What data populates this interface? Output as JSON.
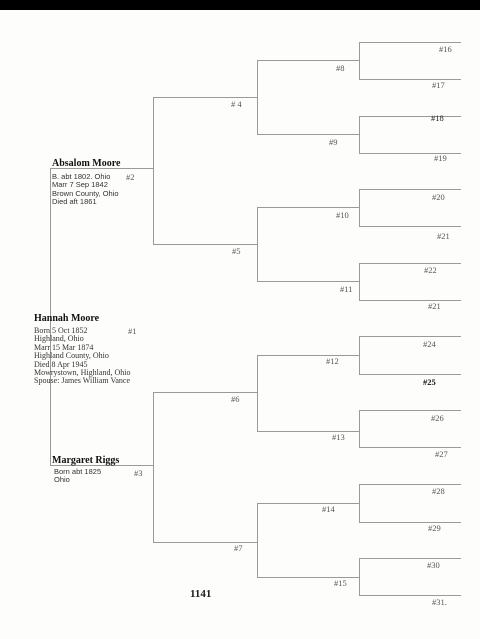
{
  "page_number": "1141",
  "person1": {
    "name": "Hannah Moore",
    "number": "#1",
    "details": [
      "Born  5 Oct 1852",
      "Highland, Ohio",
      "Marr 15 Mar 1874",
      "Highland County, Ohio",
      "Died 8 Apr 1945",
      "Mowrystown, Highland, Ohio",
      "Spouse: James William Vance"
    ]
  },
  "person2": {
    "name": "Absalom Moore",
    "number": "#2",
    "details": [
      "B. abt 1802. Ohio",
      "Marr 7 Sep 1842",
      "Brown County, Ohio",
      "Died aft 1861"
    ]
  },
  "person3": {
    "name": "Margaret Riggs",
    "number": "#3",
    "details": [
      "Born abt 1825",
      "Ohio"
    ]
  },
  "slots": {
    "n4": "# 4",
    "n5": "#5",
    "n6": "#6",
    "n7": "#7",
    "n8": "#8",
    "n9": "#9",
    "n10": "#10",
    "n11": "#11",
    "n12": "#12",
    "n13": "#13",
    "n14": "#14",
    "n15": "#15",
    "n16": "#16",
    "n17": "#17",
    "n18": "#18",
    "n19": "#19",
    "n20": "#20",
    "n21": "#21",
    "n22": "#22",
    "n23": "#21",
    "n24": "#24",
    "n25": "#25",
    "n26": "#26",
    "n27": "#27",
    "n28": "#28",
    "n29": "#29",
    "n30": "#30",
    "n31": "#31."
  }
}
